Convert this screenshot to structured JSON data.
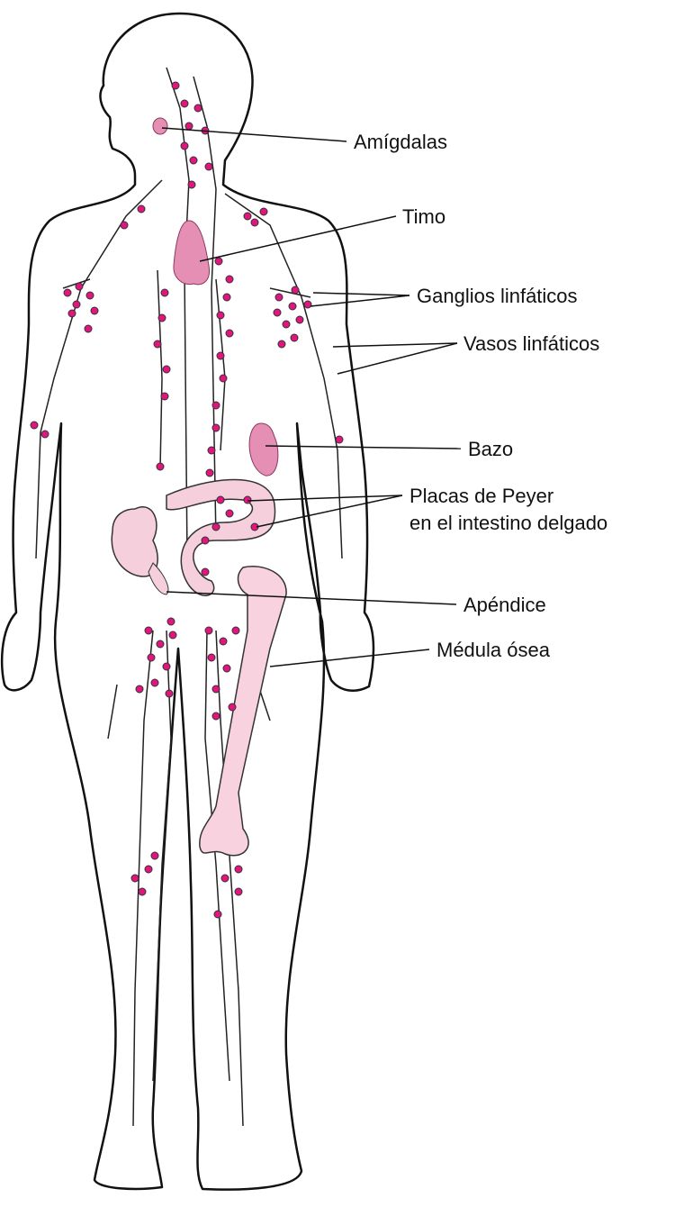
{
  "labels": {
    "tonsils": "Amígdalas",
    "thymus": "Timo",
    "lymph_nodes": "Ganglios linfáticos",
    "lymph_vessels": "Vasos linfáticos",
    "spleen": "Bazo",
    "peyer_line1": "Placas de Peyer",
    "peyer_line2": "en el intestino delgado",
    "appendix": "Apéndice",
    "bone_marrow": "Médula ósea"
  },
  "colors": {
    "node": "#e2157f",
    "organ": "#e58fb5",
    "intestine": "#f6cfdc",
    "bone": "#f8d2df"
  }
}
